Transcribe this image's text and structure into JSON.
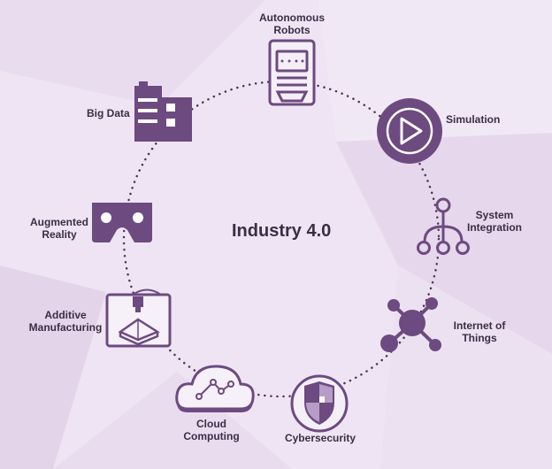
{
  "title": "Industry 4.0",
  "colors": {
    "background": "#efe4f3",
    "accent": "#6d4a80",
    "text": "#3b2d45"
  },
  "nodes": [
    {
      "id": "autonomous-robots",
      "label": "Autonomous\nRobots",
      "icon": "robot-cabinet-icon"
    },
    {
      "id": "simulation",
      "label": "Simulation",
      "icon": "play-icon"
    },
    {
      "id": "system-integration",
      "label": "System\nIntegration",
      "icon": "branch-network-icon"
    },
    {
      "id": "internet-of-things",
      "label": "Internet of\nThings",
      "icon": "hub-network-icon"
    },
    {
      "id": "cybersecurity",
      "label": "Cybersecurity",
      "icon": "shield-icon"
    },
    {
      "id": "cloud-computing",
      "label": "Cloud\nComputing",
      "icon": "cloud-icon"
    },
    {
      "id": "additive-manufacturing",
      "label": "Additive\nManufacturing",
      "icon": "3d-printer-icon"
    },
    {
      "id": "augmented-reality",
      "label": "Augmented\nReality",
      "icon": "vr-headset-icon"
    },
    {
      "id": "big-data",
      "label": "Big Data",
      "icon": "building-data-icon"
    }
  ]
}
